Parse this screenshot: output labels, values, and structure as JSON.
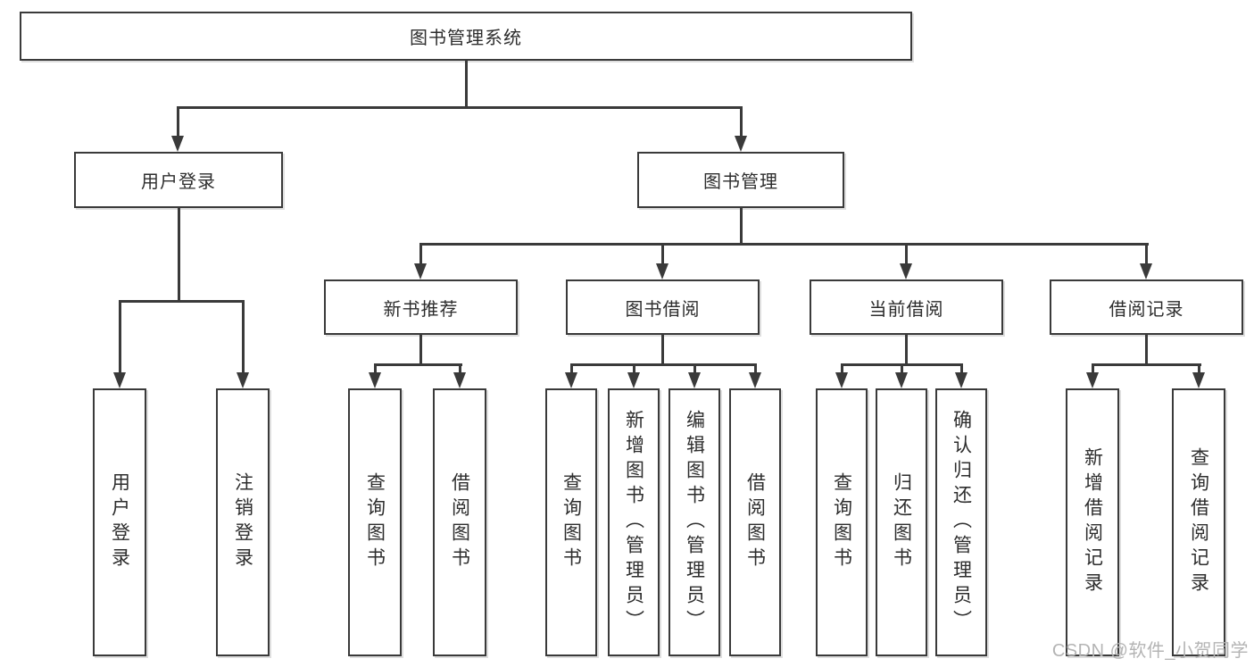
{
  "colors": {
    "line": "#3a3a3a",
    "text": "#2d2d2d",
    "box-bg": "#ffffff",
    "watermark": "#b4b4b4"
  },
  "root": {
    "label": "图书管理系统",
    "children": [
      {
        "label": "用户登录",
        "children": [
          {
            "label": "用户登录"
          },
          {
            "label": "注销登录"
          }
        ]
      },
      {
        "label": "图书管理",
        "children": [
          {
            "label": "新书推荐",
            "children": [
              {
                "label": "查询图书"
              },
              {
                "label": "借阅图书"
              }
            ]
          },
          {
            "label": "图书借阅",
            "children": [
              {
                "label": "查询图书"
              },
              {
                "label": "新增图书（管理员）"
              },
              {
                "label": "编辑图书（管理员）"
              },
              {
                "label": "借阅图书"
              }
            ]
          },
          {
            "label": "当前借阅",
            "children": [
              {
                "label": "查询图书"
              },
              {
                "label": "归还图书"
              },
              {
                "label": "确认归还（管理员）"
              }
            ]
          },
          {
            "label": "借阅记录",
            "children": [
              {
                "label": "新增借阅记录"
              },
              {
                "label": "查询借阅记录"
              }
            ]
          }
        ]
      }
    ]
  },
  "watermark": "CSDN @软件_小贺同学"
}
